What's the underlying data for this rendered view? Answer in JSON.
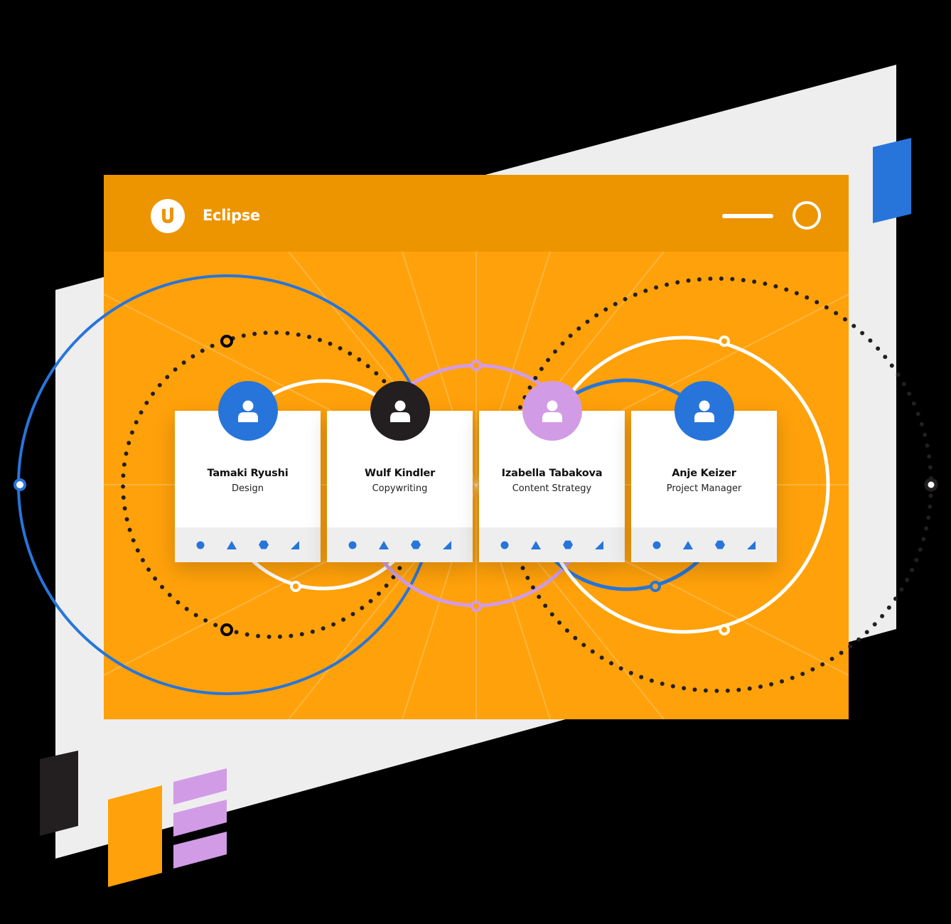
{
  "window": {
    "title": "Eclipse",
    "logo_glyph": "U",
    "controls": {
      "minimize_icon": "minimize-line-icon",
      "maximize_icon": "circle-outline-icon"
    }
  },
  "colors": {
    "background": "#000000",
    "panel_gray": "#EEEEEE",
    "window_orange": "#FFA10A",
    "titlebar_orange": "#EC9500",
    "blue": "#2775DB",
    "black": "#231F20",
    "lilac": "#D29BE6",
    "white": "#FFFFFF"
  },
  "team": [
    {
      "name": "Tamaki Ryushi",
      "role": "Design",
      "avatar_color": "#2775DB",
      "icons": [
        "circle-icon",
        "triangle-icon",
        "hexagon-icon",
        "corner-triangle-icon"
      ]
    },
    {
      "name": "Wulf Kindler",
      "role": "Copywriting",
      "avatar_color": "#231F20",
      "icons": [
        "circle-icon",
        "triangle-icon",
        "hexagon-icon",
        "corner-triangle-icon"
      ]
    },
    {
      "name": "Izabella Tabakova",
      "role": "Content Strategy",
      "avatar_color": "#D29BE6",
      "icons": [
        "circle-icon",
        "triangle-icon",
        "hexagon-icon",
        "corner-triangle-icon"
      ]
    },
    {
      "name": "Anje Keizer",
      "role": "Project Manager",
      "avatar_color": "#2775DB",
      "icons": [
        "circle-icon",
        "triangle-icon",
        "hexagon-icon",
        "corner-triangle-icon"
      ]
    }
  ]
}
